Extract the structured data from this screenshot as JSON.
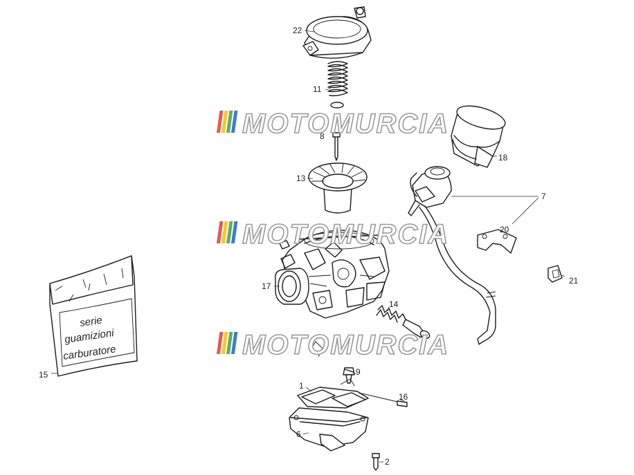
{
  "watermark": {
    "text": "MOTOMURCIA",
    "stripe_colors": [
      "#e53935",
      "#f2c200",
      "#43a047",
      "#1e63c8"
    ]
  },
  "bag": {
    "lines": [
      "serie",
      "guamizioni",
      "carburatore"
    ]
  },
  "callouts": {
    "c22": "22",
    "c11": "11",
    "c8": "8",
    "c13": "13",
    "c17": "17",
    "c18": "18",
    "c7": "7",
    "c20": "20",
    "c21": "21",
    "c14": "14",
    "c15": "15",
    "c9": "9",
    "c1": "1",
    "c16": "16",
    "c6": "6",
    "c2": "2"
  }
}
